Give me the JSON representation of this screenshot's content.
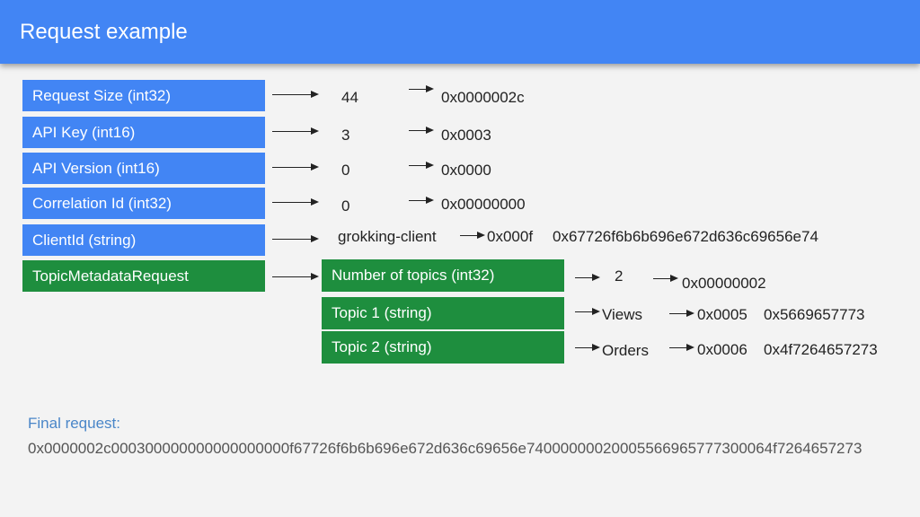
{
  "header": {
    "title": "Request example"
  },
  "colors": {
    "header": "#4285f4",
    "field_box": "#4285f4",
    "topic_box": "#1e8e3e",
    "final_label": "#4a86c8"
  },
  "fields": [
    {
      "label": "Request Size (int32)",
      "value": "44",
      "hex": "0x0000002c"
    },
    {
      "label": "API Key (int16)",
      "value": "3",
      "hex": "0x0003"
    },
    {
      "label": "API Version (int16)",
      "value": "0",
      "hex": "0x0000"
    },
    {
      "label": "Correlation Id (int32)",
      "value": "0",
      "hex": "0x00000000"
    },
    {
      "label": "ClientId (string)",
      "value": "grokking-client",
      "hex_len": "0x000f",
      "hex": "0x67726f6b6b696e672d636c69656e74"
    }
  ],
  "topic_request": {
    "label": "TopicMetadataRequest",
    "items": [
      {
        "label": "Number of topics (int32)",
        "value": "2",
        "hex": "0x00000002"
      },
      {
        "label": "Topic 1 (string)",
        "value": "Views",
        "hex_len": "0x0005",
        "hex": "0x5669657773"
      },
      {
        "label": "Topic 2 (string)",
        "value": "Orders",
        "hex_len": "0x0006",
        "hex": "0x4f7264657273"
      }
    ]
  },
  "final": {
    "label": "Final request:",
    "value": "0x0000002c000300000000000000000f67726f6b6b696e672d636c69656e74000000020005566965777300064f7264657273"
  }
}
